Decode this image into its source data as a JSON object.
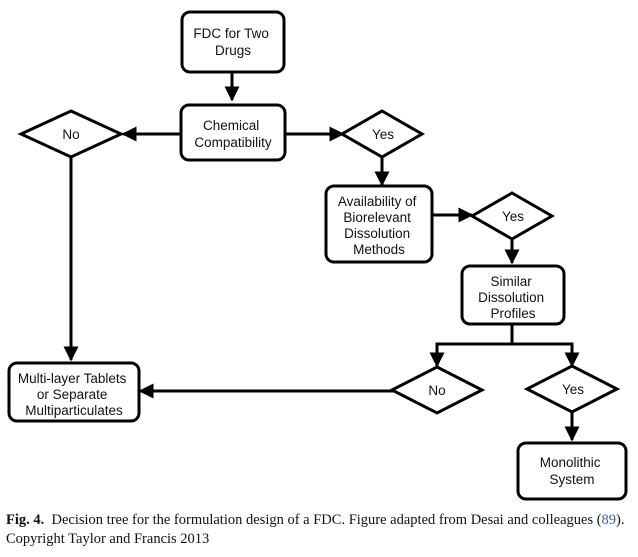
{
  "diagram": {
    "start": [
      "FDC for Two",
      "Drugs"
    ],
    "chemical": [
      "Chemical",
      "Compatibility"
    ],
    "no_1": "No",
    "yes_1": "Yes",
    "availability": [
      "Availability of",
      "Biorelevant",
      "Dissolution",
      "Methods"
    ],
    "yes_2": "Yes",
    "similar": [
      "Similar",
      "Dissolution",
      "Profiles"
    ],
    "no_2": "No",
    "yes_3": "Yes",
    "multilayer": [
      "Multi-layer Tablets",
      "or Separate",
      "Multiparticulates"
    ],
    "monolithic": [
      "Monolithic",
      "System"
    ]
  },
  "caption": {
    "label": "Fig. 4.",
    "text_1": "Decision tree for the formulation design of a FDC. Figure adapted from Desai and colleagues (",
    "ref": "89",
    "text_2": "). Copyright Taylor and Francis 2013"
  },
  "colors": {
    "line": "#000000",
    "fill": "#ffffff",
    "reference": "#3a5fa8"
  }
}
